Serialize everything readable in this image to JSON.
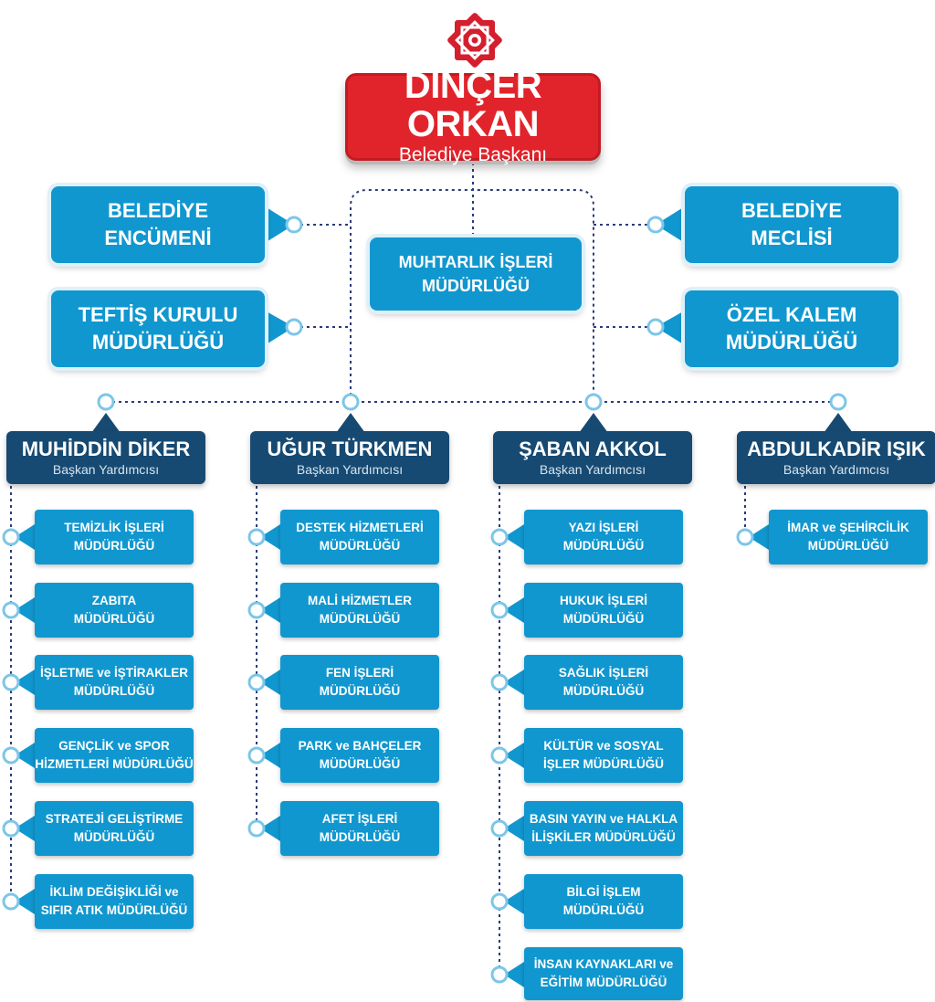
{
  "mayor": {
    "name": "DİNÇER ORKAN",
    "title": "Belediye Başkanı"
  },
  "top_units": {
    "encumen": [
      "BELEDİYE",
      "ENCÜMENİ"
    ],
    "meclis": [
      "BELEDİYE",
      "MECLİSİ"
    ],
    "teftis": [
      "TEFTİŞ KURULU",
      "MÜDÜRLÜĞÜ"
    ],
    "ozel_kalem": [
      "ÖZEL KALEM",
      "MÜDÜRLÜĞÜ"
    ],
    "muhtarlik": [
      "MUHTARLIK İŞLERİ",
      "MÜDÜRLÜĞÜ"
    ]
  },
  "vice_mayors": [
    {
      "name": "MUHİDDİN DİKER",
      "title": "Başkan Yardımcısı",
      "units": [
        [
          "TEMİZLİK İŞLERİ",
          "MÜDÜRLÜĞÜ"
        ],
        [
          "ZABITA",
          "MÜDÜRLÜĞÜ"
        ],
        [
          "İŞLETME ve İŞTİRAKLER",
          "MÜDÜRLÜĞÜ"
        ],
        [
          "GENÇLİK ve SPOR",
          "HİZMETLERİ MÜDÜRLÜĞÜ"
        ],
        [
          "STRATEJİ GELİŞTİRME",
          "MÜDÜRLÜĞÜ"
        ],
        [
          "İKLİM DEĞİŞİKLİĞİ ve",
          "SIFIR ATIK MÜDÜRLÜĞÜ"
        ]
      ]
    },
    {
      "name": "UĞUR TÜRKMEN",
      "title": "Başkan Yardımcısı",
      "units": [
        [
          "DESTEK HİZMETLERİ",
          "MÜDÜRLÜĞÜ"
        ],
        [
          "MALİ HİZMETLER",
          "MÜDÜRLÜĞÜ"
        ],
        [
          "FEN İŞLERİ",
          "MÜDÜRLÜĞÜ"
        ],
        [
          "PARK ve BAHÇELER",
          "MÜDÜRLÜĞÜ"
        ],
        [
          "AFET İŞLERİ",
          "MÜDÜRLÜĞÜ"
        ]
      ]
    },
    {
      "name": "ŞABAN AKKOL",
      "title": "Başkan Yardımcısı",
      "units": [
        [
          "YAZI İŞLERİ",
          "MÜDÜRLÜĞÜ"
        ],
        [
          "HUKUK İŞLERİ",
          "MÜDÜRLÜĞÜ"
        ],
        [
          "SAĞLIK İŞLERİ",
          "MÜDÜRLÜĞÜ"
        ],
        [
          "KÜLTÜR ve SOSYAL",
          "İŞLER MÜDÜRLÜĞÜ"
        ],
        [
          "BASIN YAYIN ve HALKLA",
          "İLİŞKİLER MÜDÜRLÜĞÜ"
        ],
        [
          "BİLGİ İŞLEM",
          "MÜDÜRLÜĞÜ"
        ],
        [
          "İNSAN KAYNAKLARI ve",
          "EĞİTİM MÜDÜRLÜĞÜ"
        ]
      ]
    },
    {
      "name": "ABDULKADİR IŞIK",
      "title": "Başkan Yardımcısı",
      "units": [
        [
          "İMAR ve ŞEHİRCİLİK",
          "MÜDÜRLÜĞÜ"
        ]
      ]
    }
  ],
  "colors": {
    "mayor_red": "#e1242b",
    "unit_cyan": "#1197cf",
    "vice_navy": "#174a72",
    "connector": "#2b3a7a",
    "node_ring": "#7cc6e8",
    "logo_red": "#d41f2e"
  },
  "icons": {
    "logo": "seljuk-star-logo-icon",
    "connector_node": "ring-node-icon"
  }
}
